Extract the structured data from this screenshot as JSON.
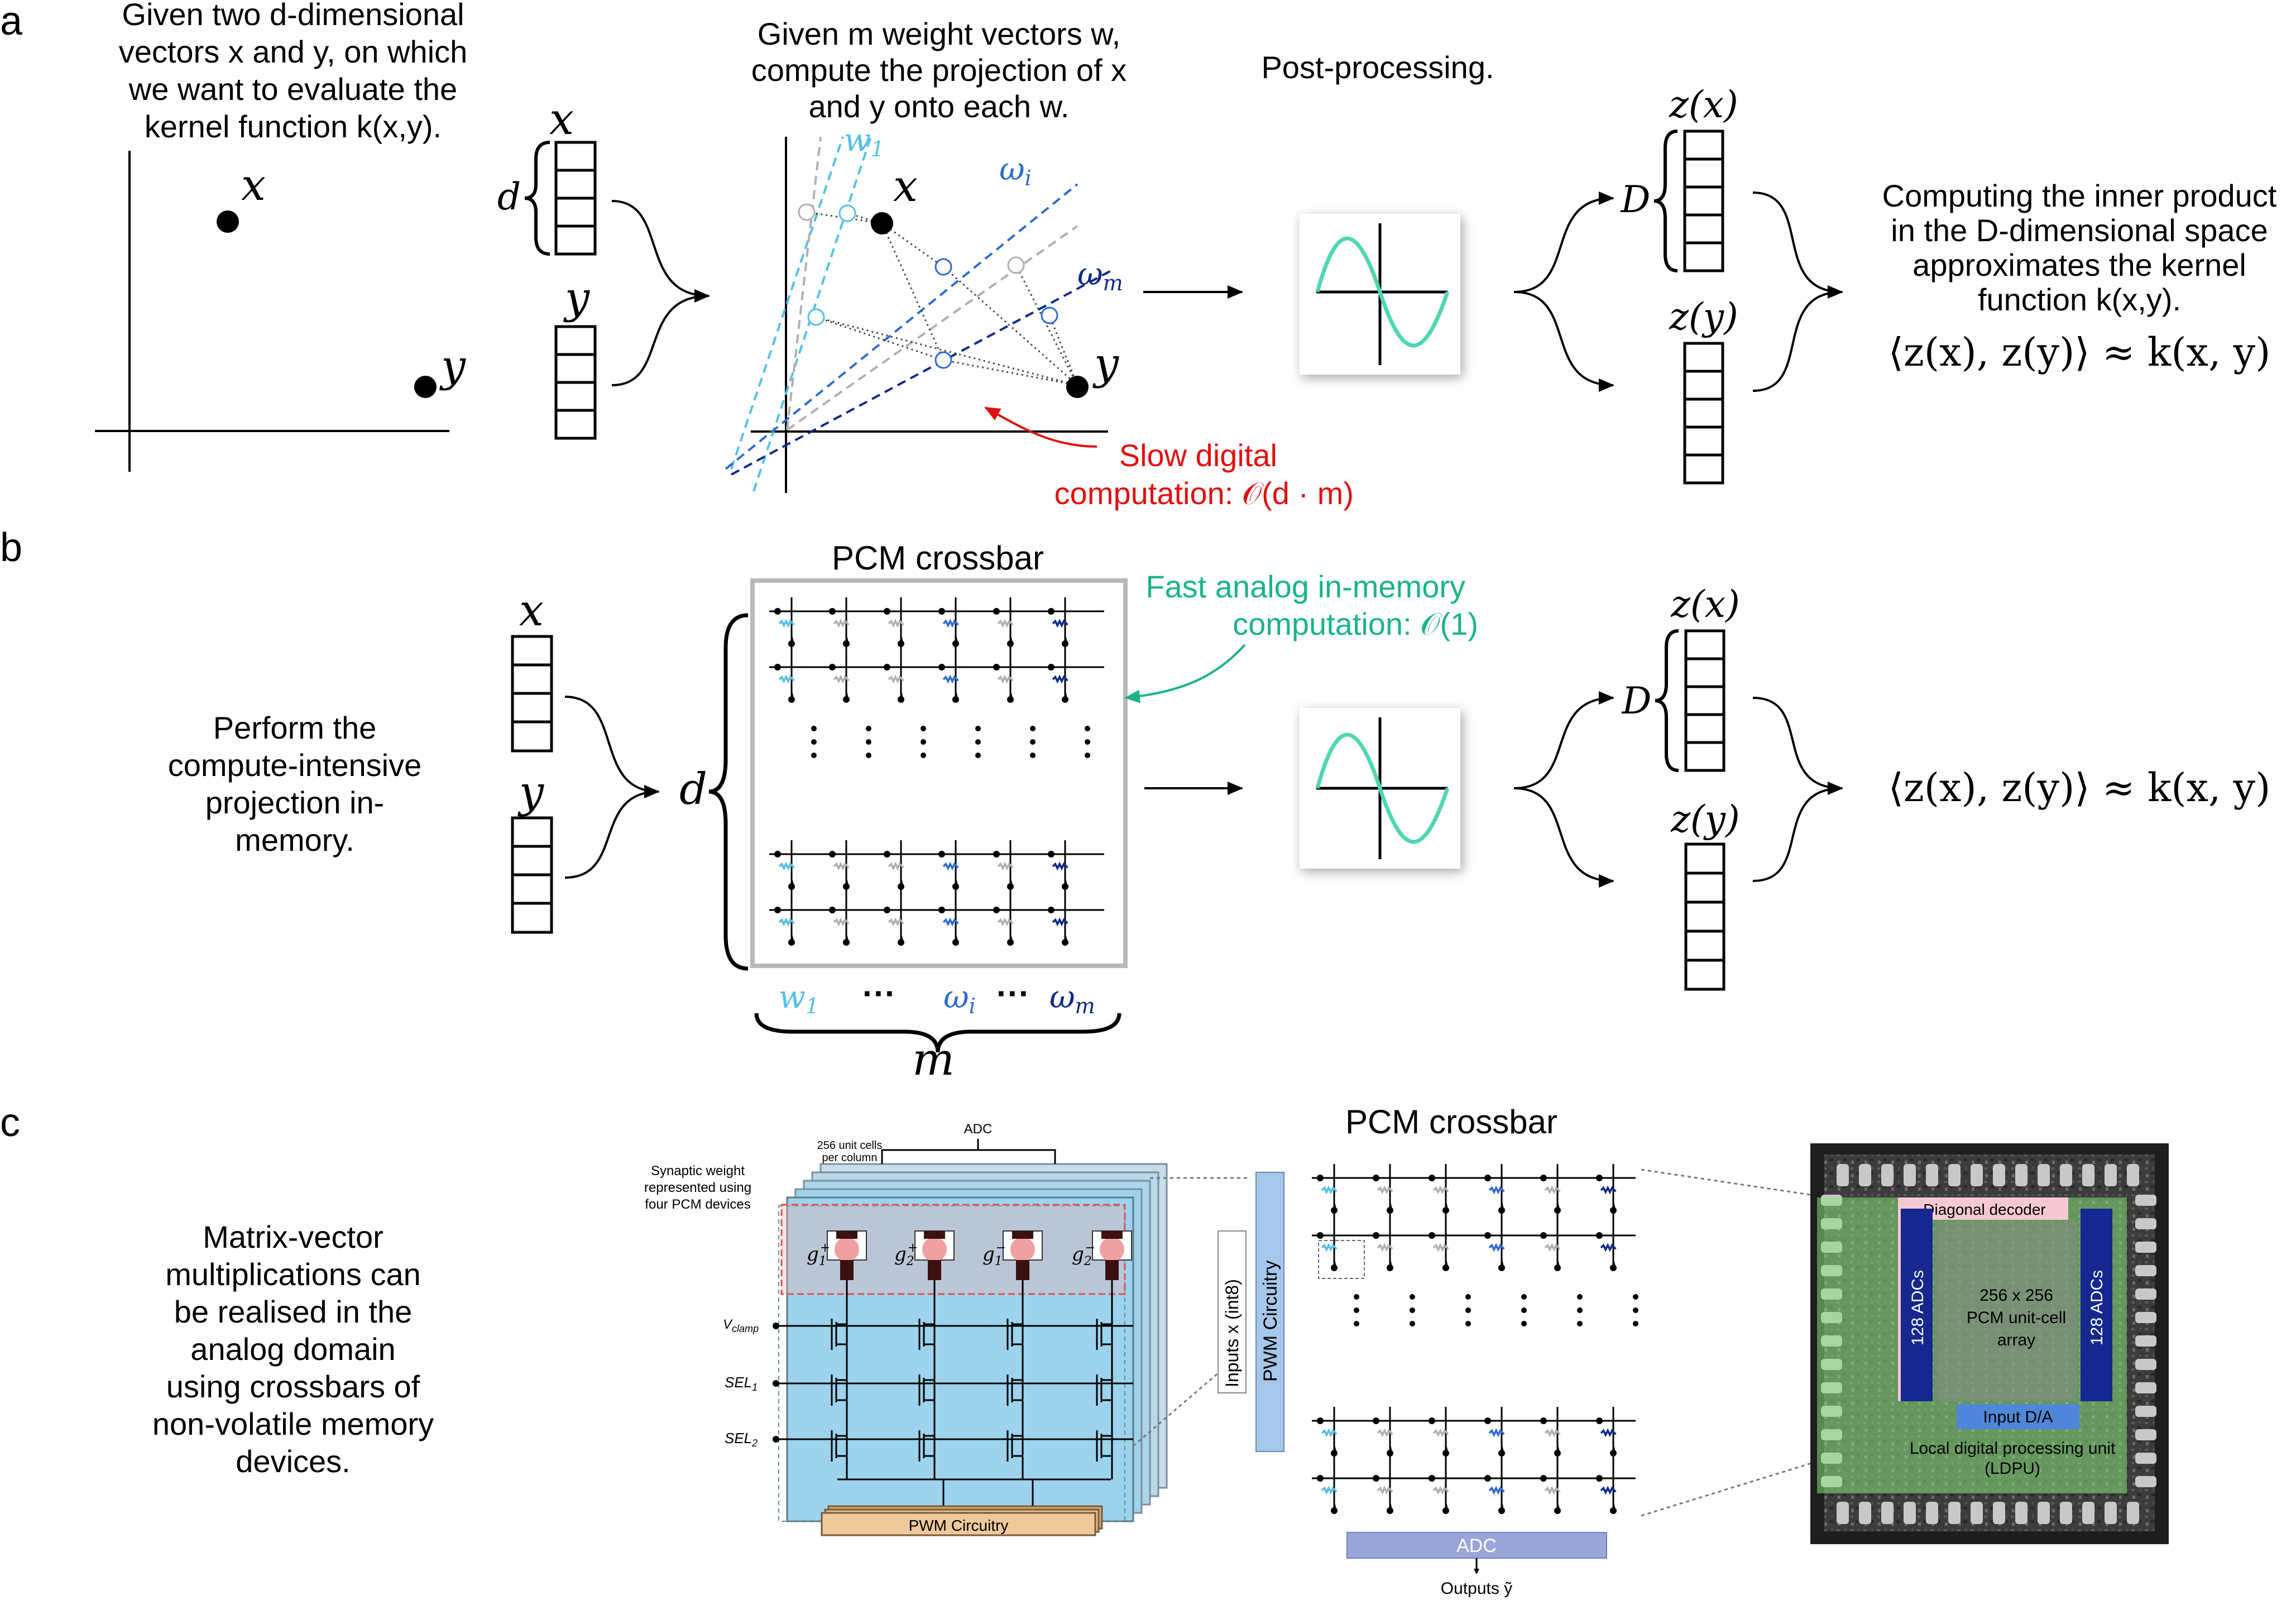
{
  "colors": {
    "w1": "#55bfe8",
    "wi": "#2d6bd0",
    "wm": "#0d2a8a",
    "red": "#e01010",
    "green": "#1ab38a",
    "sine": "#4fd6b3",
    "gray": "#b0b0b0",
    "array_blue": "#9fd5ec",
    "pwm": "#e0b383",
    "sensor_green": "#86e27a",
    "adc_blue": "#16278f",
    "diag_pink": "#f5c9d3",
    "input_da": "#4f86d9",
    "adc_bar": "#9aa6d8"
  },
  "panel_a": {
    "label": "a",
    "text1": [
      "Given two d-dimensional",
      "vectors x and y, on which",
      "we want to evaluate the",
      "kernel function k(x,y)."
    ],
    "text2": [
      "Given m weight vectors w,",
      "compute the projection of x",
      "and y onto each w."
    ],
    "text3": "Post-processing.",
    "text4": [
      "Computing the inner product",
      "in the D-dimensional space",
      "approximates the kernel",
      "function k(x,y)."
    ],
    "x": "x",
    "y": "y",
    "d": "d",
    "D": "D",
    "zx": "z(x)",
    "zy": "z(y)",
    "w1": "w",
    "w1_sub": "1",
    "wi": "ω",
    "wi_sub": "i",
    "wm": "ω",
    "wm_sub": "m",
    "formula": "⟨z(x), z(y)⟩ ≈ k(x, y)",
    "slow1": "Slow digital",
    "slow2": "computation: 𝒪(d · m)"
  },
  "panel_b": {
    "label": "b",
    "text": [
      "Perform the",
      "compute-intensive",
      "projection in-",
      "memory."
    ],
    "crossbar_title": "PCM crossbar",
    "fast1": "Fast analog in-memory",
    "fast2": "computation: 𝒪(1)",
    "x": "x",
    "y": "y",
    "d": "d",
    "D": "D",
    "m": "m",
    "zx": "z(x)",
    "zy": "z(y)",
    "w1": "w",
    "w1_sub": "1",
    "wi": "ω",
    "wi_sub": "i",
    "wm": "ω",
    "wm_sub": "m",
    "dots": "···",
    "formula": "⟨z(x), z(y)⟩ ≈ k(x, y)"
  },
  "panel_c": {
    "label": "c",
    "text": [
      "Matrix-vector",
      "multiplications can",
      "be realised in the",
      "analog domain",
      "using crossbars of",
      "non-volatile memory",
      "devices."
    ],
    "adc_top": "ADC",
    "unit_cells1": "256 unit cells",
    "unit_cells2": "per column",
    "synaptic1": "Synaptic weight",
    "synaptic2": "represented using",
    "synaptic3": "four PCM devices",
    "g_labels": [
      "g",
      "g",
      "g",
      "g"
    ],
    "g_subs": [
      "1",
      "2",
      "1",
      "2"
    ],
    "g_sups": [
      "+",
      "+",
      "−",
      "−"
    ],
    "vclamp": "V",
    "vclamp_sub": "clamp",
    "sel1": "SEL",
    "sel1_sub": "1",
    "sel2": "SEL",
    "sel2_sub": "2",
    "pwm": "PWM Circuitry",
    "inputs": "Inputs x (int8)",
    "pwm_vertical": "PWM Circuitry",
    "crossbar_title": "PCM crossbar",
    "adc_bottom": "ADC",
    "outputs": "Outputs ỹ",
    "diag_decoder": "Diagonal decoder",
    "adcs_left": "128 ADCs",
    "adcs_right": "128 ADCs",
    "array1": "256 x 256",
    "array2": "PCM unit-cell",
    "array3": "array",
    "input_da": "Input D/A",
    "ldpu1": "Local digital processing unit",
    "ldpu2": "(LDPU)"
  }
}
